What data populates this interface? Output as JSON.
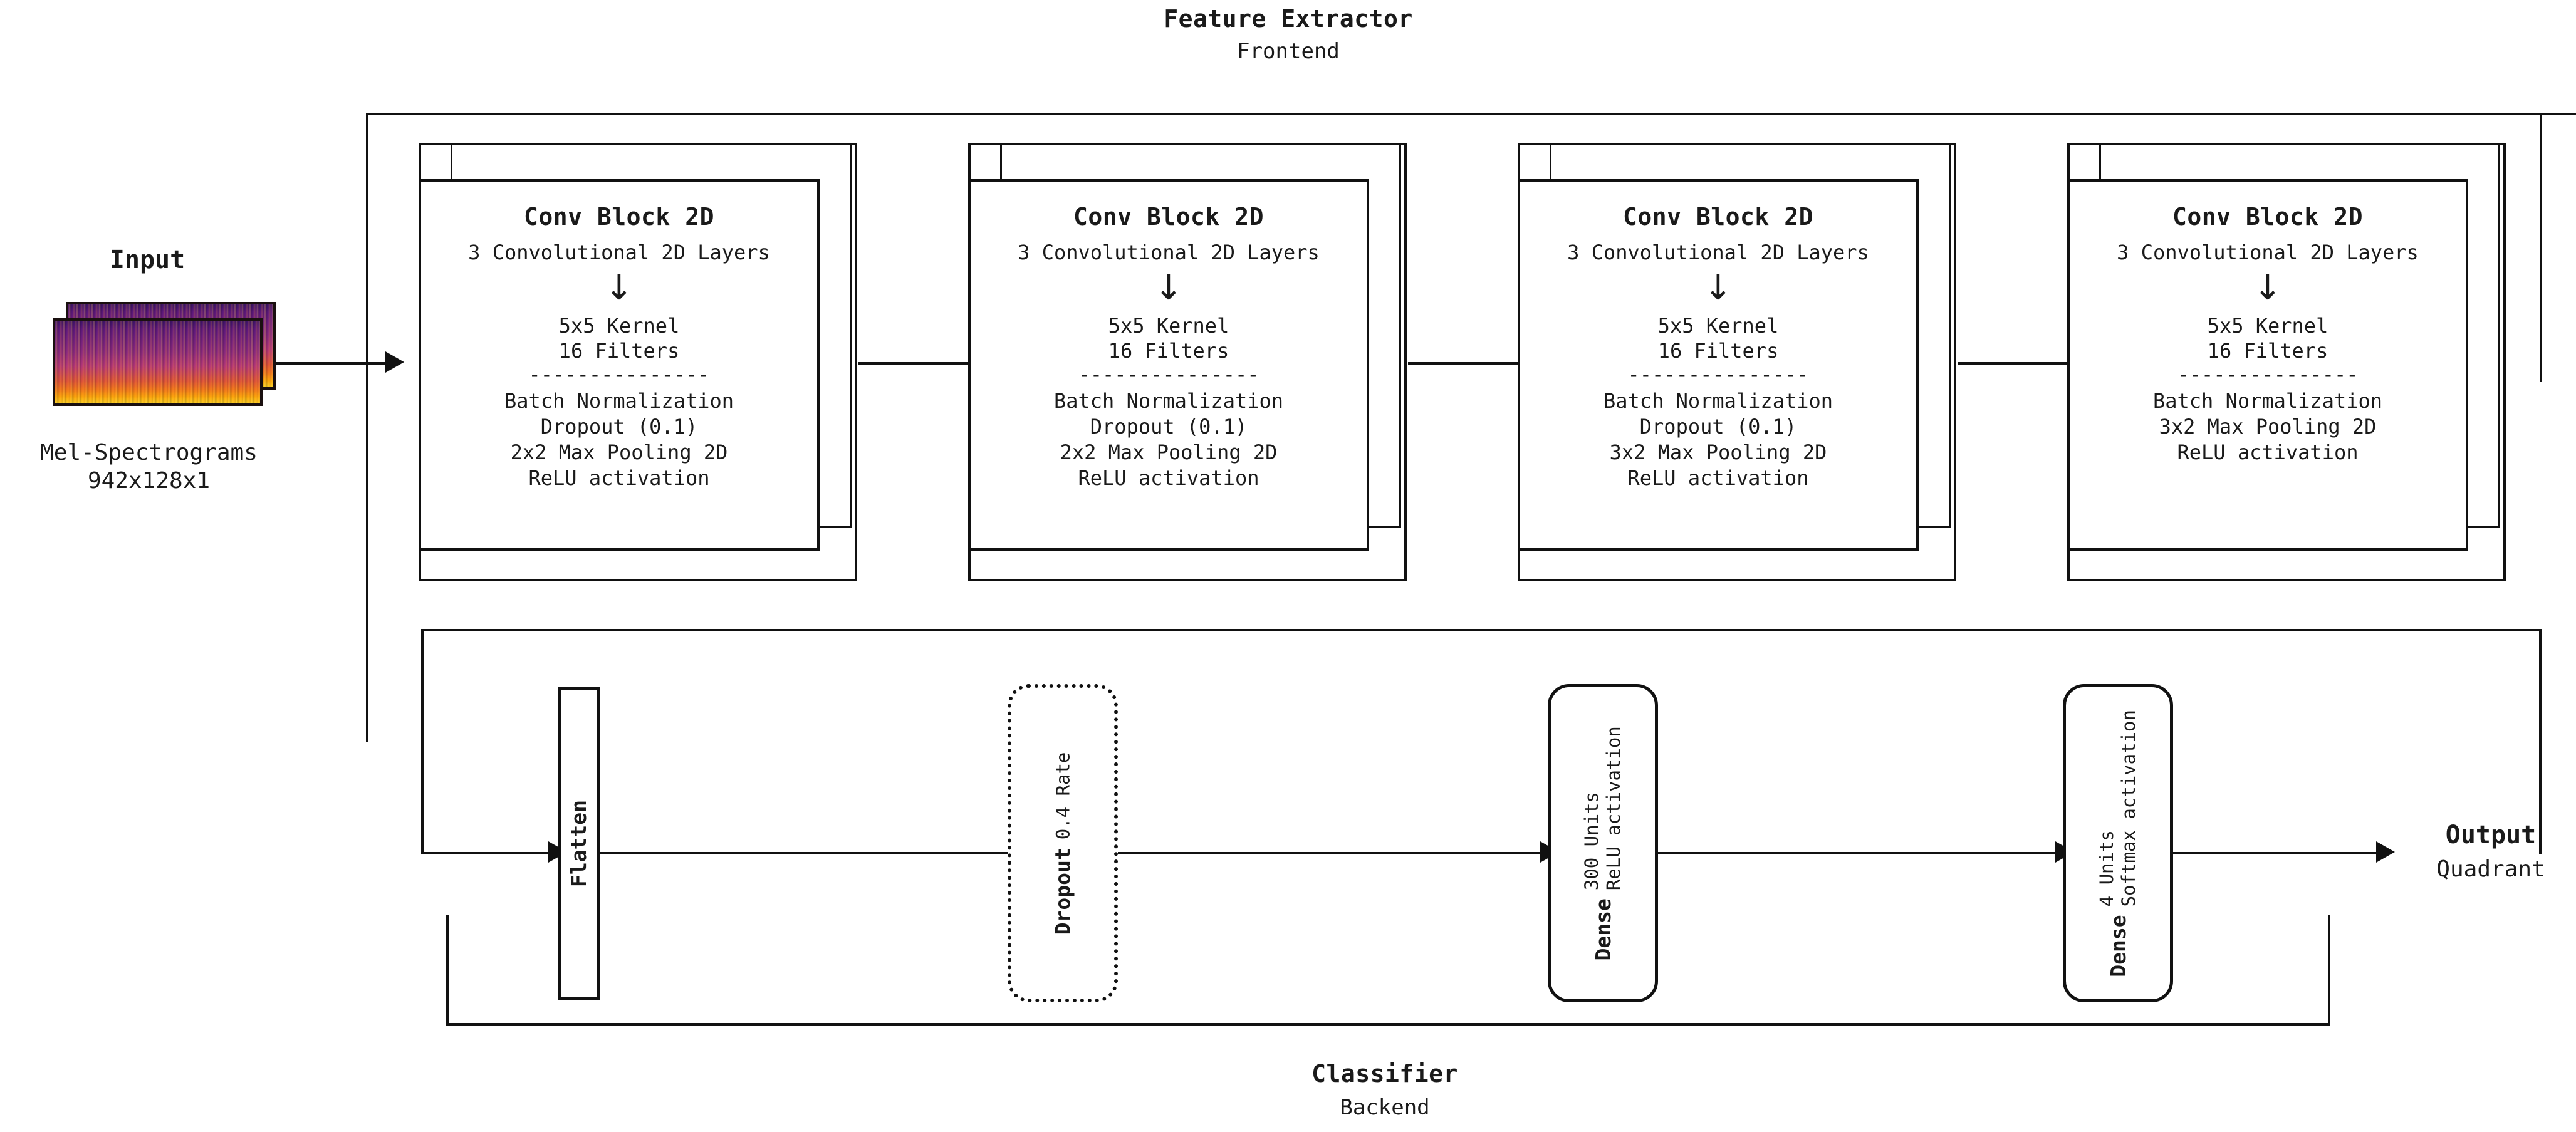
{
  "sections": {
    "feature_extractor": {
      "title": "Feature Extractor",
      "subtitle": "Frontend"
    },
    "classifier": {
      "title": "Classifier",
      "subtitle": "Backend"
    }
  },
  "input": {
    "title": "Input",
    "sub_line1": "Mel-Spectrograms",
    "sub_line2": "942x128x1"
  },
  "output": {
    "title": "Output",
    "subtitle": "Quadrant"
  },
  "conv_blocks": [
    {
      "title": "Conv Block 2D",
      "layers": "3 Convolutional 2D Layers",
      "arrow": "↓",
      "kernel": "5x5 Kernel",
      "filters": "16 Filters",
      "separator": "---------------",
      "post": [
        "Batch Normalization",
        "Dropout (0.1)",
        "2x2 Max Pooling 2D",
        "ReLU activation"
      ]
    },
    {
      "title": "Conv Block 2D",
      "layers": "3 Convolutional 2D Layers",
      "arrow": "↓",
      "kernel": "5x5 Kernel",
      "filters": "16 Filters",
      "separator": "---------------",
      "post": [
        "Batch Normalization",
        "Dropout (0.1)",
        "2x2 Max Pooling 2D",
        "ReLU activation"
      ]
    },
    {
      "title": "Conv Block 2D",
      "layers": "3 Convolutional 2D Layers",
      "arrow": "↓",
      "kernel": "5x5 Kernel",
      "filters": "16 Filters",
      "separator": "---------------",
      "post": [
        "Batch Normalization",
        "Dropout (0.1)",
        "3x2 Max Pooling 2D",
        "ReLU activation"
      ]
    },
    {
      "title": "Conv Block 2D",
      "layers": "3 Convolutional 2D Layers",
      "arrow": "↓",
      "kernel": "5x5 Kernel",
      "filters": "16 Filters",
      "separator": "---------------",
      "post": [
        "Batch Normalization",
        "3x2 Max Pooling 2D",
        "ReLU activation"
      ]
    }
  ],
  "classifier_layers": [
    {
      "name": "Flatten",
      "details": []
    },
    {
      "name": "Dropout",
      "details": [
        "0.4 Rate"
      ]
    },
    {
      "name": "Dense",
      "details": [
        "300 Units",
        "ReLU activation"
      ]
    },
    {
      "name": "Dense",
      "details": [
        "4 Units",
        "Softmax activation"
      ]
    }
  ],
  "colors": {
    "stroke": "#111111",
    "background": "#ffffff",
    "spectrogram_low": "#40146b",
    "spectrogram_mid": "#b5367a",
    "spectrogram_high": "#fcd225"
  }
}
